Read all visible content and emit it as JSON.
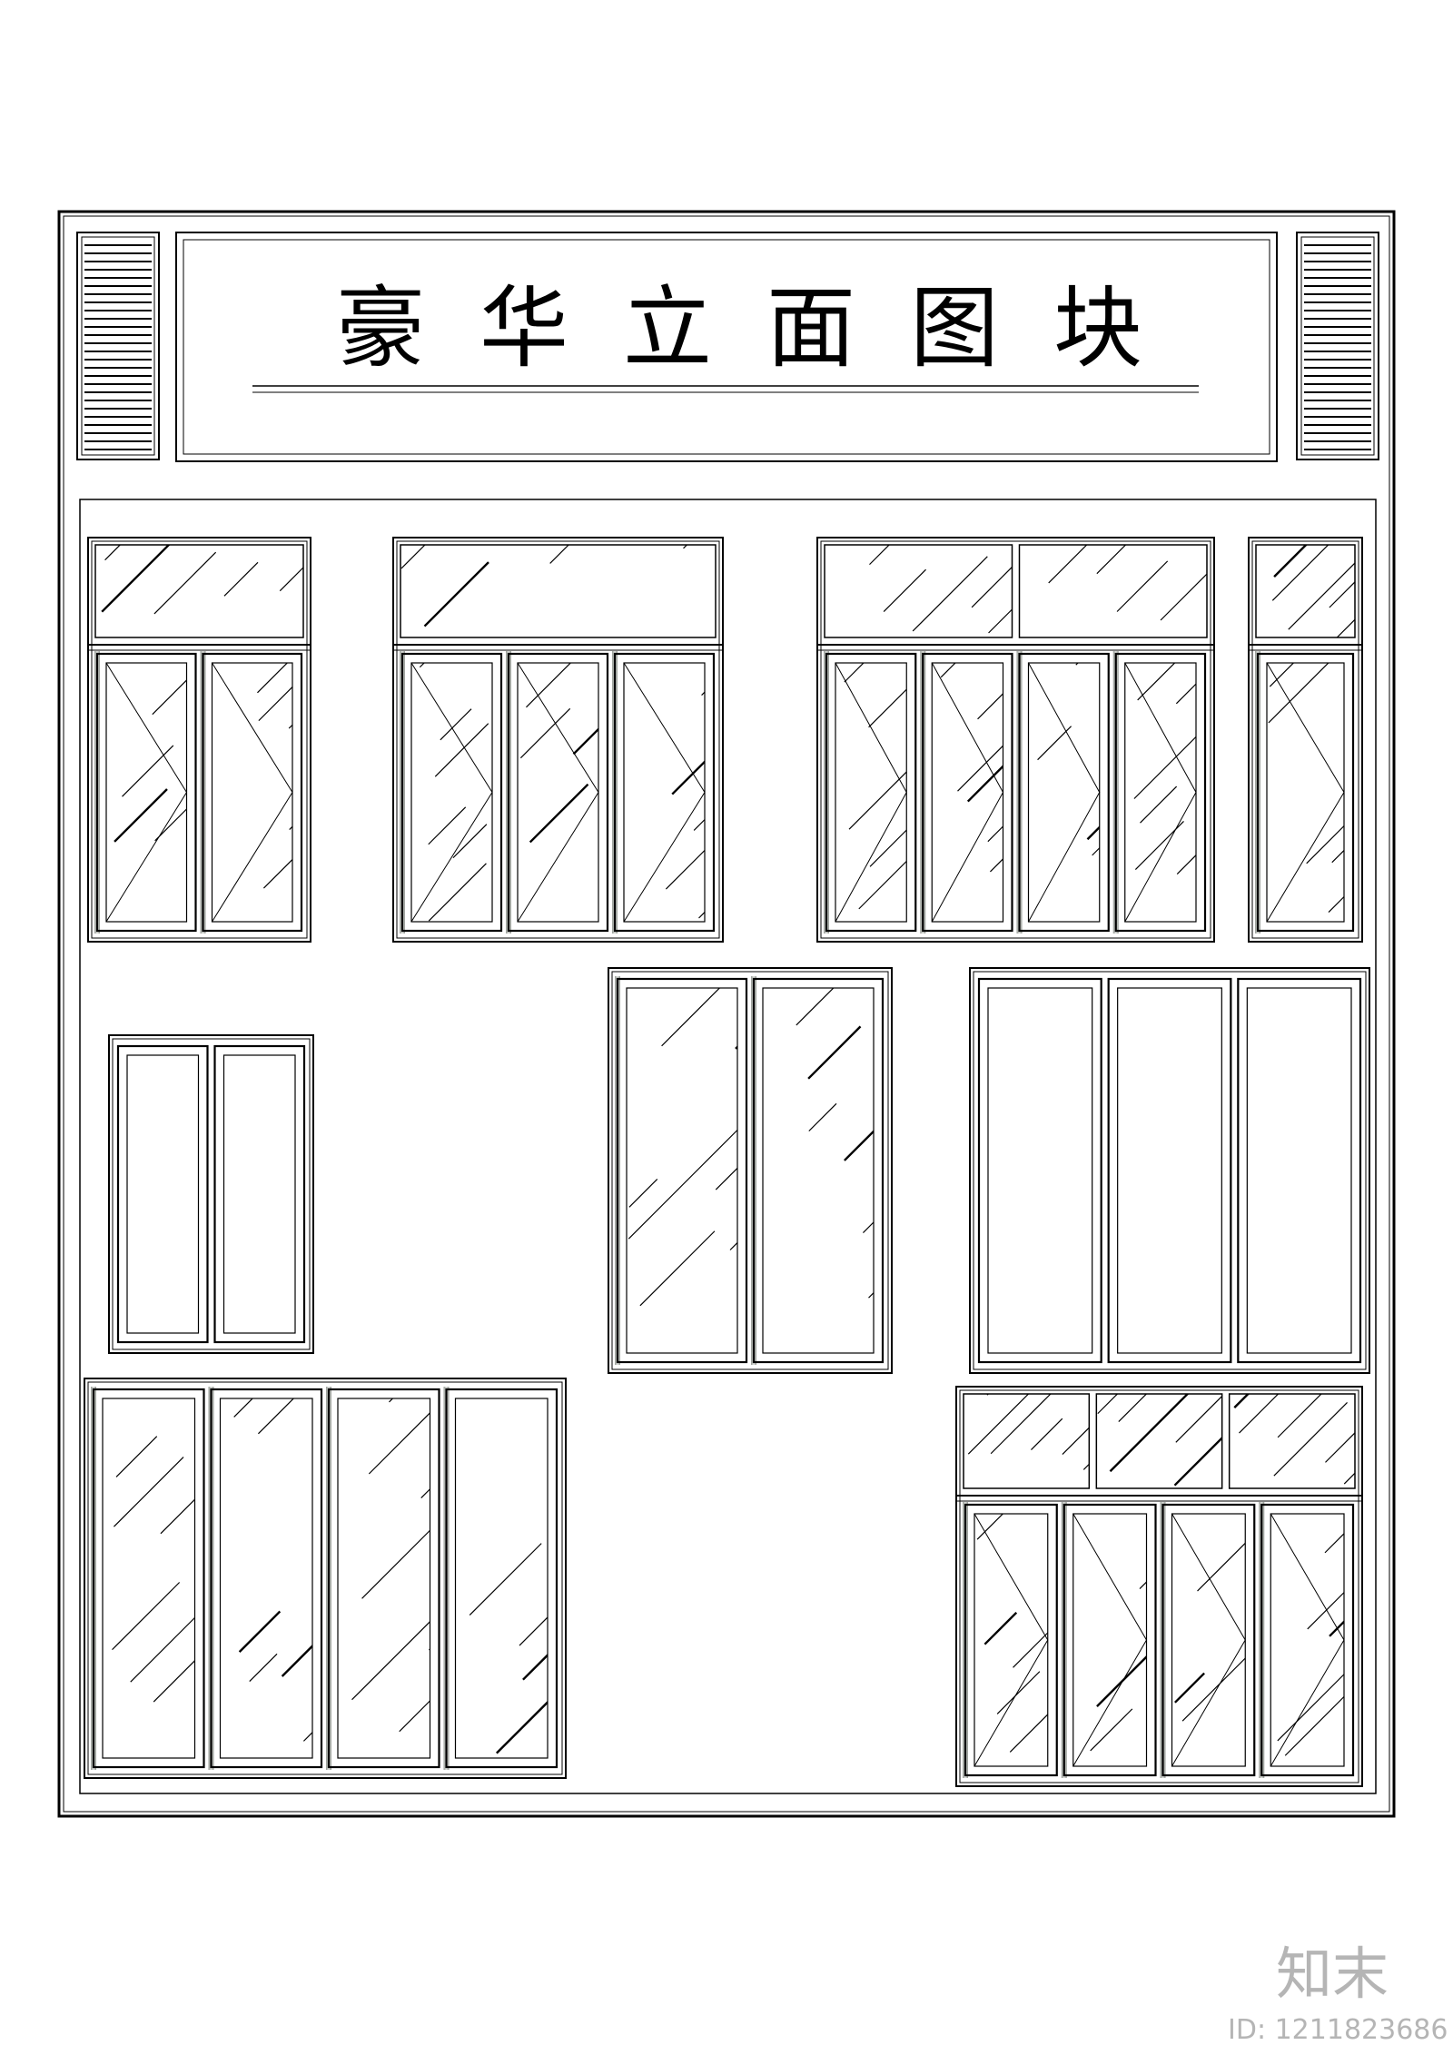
{
  "title": "豪华立面图块",
  "watermark": {
    "brand": "知末",
    "id_label": "ID: 1211823686"
  },
  "colors": {
    "line": "#000000",
    "frame_shade": "#6f7a6c",
    "watermark": "#b5b5b5"
  },
  "icons": {
    "louver_left": "louver-vent-icon",
    "louver_right": "louver-vent-icon"
  },
  "window_blocks": [
    {
      "name": "window-a",
      "type": "transom-casement",
      "top_lights": 1,
      "sashes": 2,
      "glazing": "hatched"
    },
    {
      "name": "window-b",
      "type": "transom-casement",
      "top_lights": 1,
      "sashes": 3,
      "glazing": "hatched"
    },
    {
      "name": "window-c",
      "type": "transom-casement",
      "top_lights": 2,
      "sashes": 4,
      "glazing": "hatched"
    },
    {
      "name": "window-d",
      "type": "transom-casement",
      "top_lights": 1,
      "sashes": 1,
      "glazing": "hatched"
    },
    {
      "name": "window-e",
      "type": "sliding",
      "top_lights": 0,
      "sashes": 2,
      "glazing": "plain"
    },
    {
      "name": "window-f",
      "type": "sliding",
      "top_lights": 0,
      "sashes": 2,
      "glazing": "hatched"
    },
    {
      "name": "window-g",
      "type": "sliding",
      "top_lights": 0,
      "sashes": 3,
      "glazing": "plain"
    },
    {
      "name": "window-h",
      "type": "sliding",
      "top_lights": 0,
      "sashes": 4,
      "glazing": "hatched"
    },
    {
      "name": "window-i",
      "type": "transom-casement",
      "top_lights": 3,
      "sashes": 4,
      "glazing": "hatched"
    }
  ]
}
